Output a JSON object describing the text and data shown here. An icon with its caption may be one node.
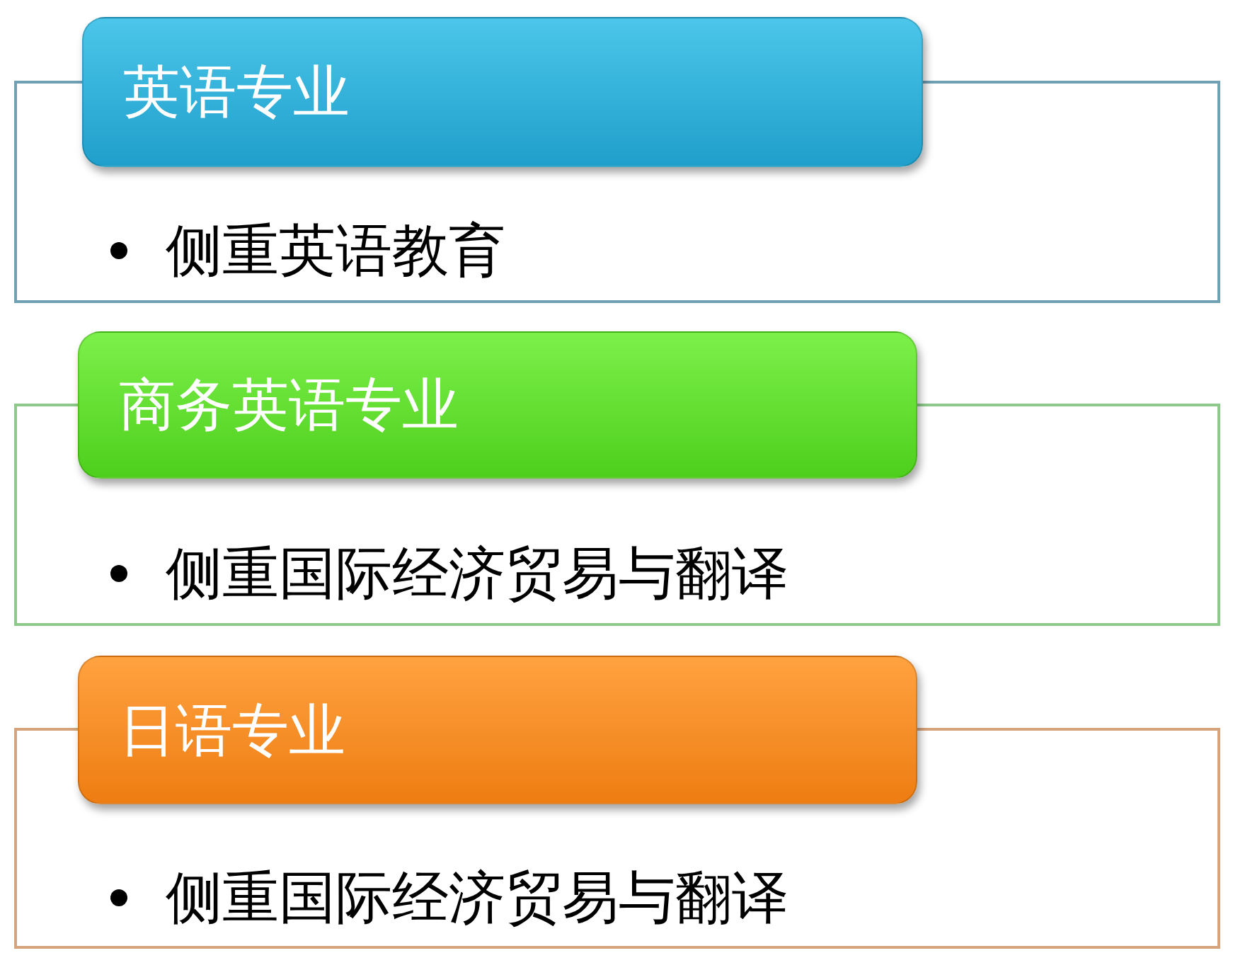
{
  "diagram": {
    "nodes": [
      {
        "text": [
          "英语专业"
        ]
      },
      {
        "text": [
          "侧重英语教育"
        ]
      },
      {
        "text": [
          "商务英语专业"
        ]
      },
      {
        "text": [
          "侧重国际经济贸易与翻译"
        ]
      },
      {
        "text": [
          "日语专业"
        ]
      },
      {
        "text": [
          "侧重国际经济贸易与翻译"
        ]
      }
    ],
    "edges": []
  }
}
